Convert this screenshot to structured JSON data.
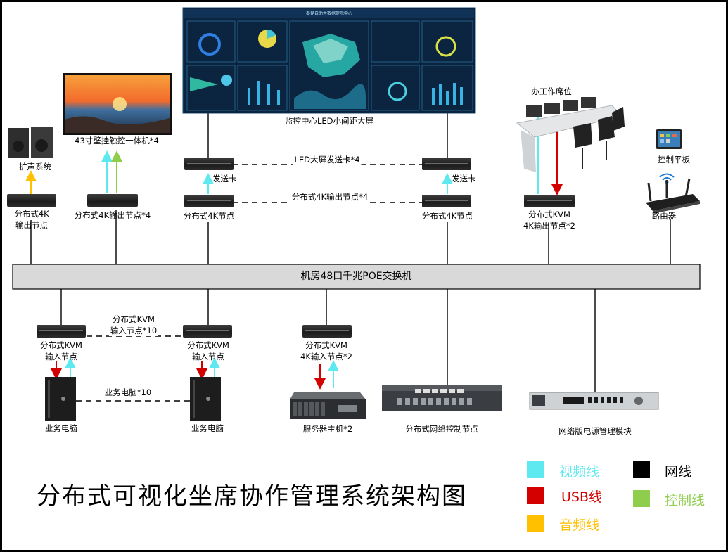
{
  "title": "分布式可视化坐席协作管理系统架构图",
  "devices": {
    "led_wall": "监控中心LED小间距大屏",
    "touch_display": "43寸壁挂触控一体机*4",
    "speaker": "扩声系统",
    "output_node_4k_left": "分布式4K\n输出节点",
    "output_node_4k_x4": "分布式4K输出节点*4",
    "sender_card_left": "发送卡",
    "sender_card_right": "发送卡",
    "led_sender_count": "LED大屏发送卡*4",
    "node_4k_left": "分布式4K节点",
    "node_4k_right": "分布式4K节点",
    "node_4k_output_count": "分布式4K输出节点*4",
    "workstation": "办工作席位",
    "kvm_output_node": "分布式KVM\n4K输出节点*2",
    "control_tablet": "控制平板",
    "router": "路由器",
    "switch": "机房48口千兆POE交换机",
    "kvm_input_count": "分布式KVM\n输入节点*10",
    "kvm_input_left": "分布式KVM\n输入节点",
    "kvm_input_mid": "分布式KVM\n输入节点",
    "kvm_input_4k": "分布式KVM\n4K输入节点*2",
    "business_pc_count": "业务电脑*10",
    "business_pc_left": "业务电脑",
    "business_pc_mid": "业务电脑",
    "server": "服务器主机*2",
    "network_control_node": "分布式网络控制节点",
    "power_module": "网络版电源管理模块",
    "led_screen_header": "泰昆自助大数据提示中心"
  },
  "legend": [
    {
      "label": "视频线",
      "color": "#5ee8ef"
    },
    {
      "label": "网线",
      "color": "#000000"
    },
    {
      "label": "USB线",
      "color": "#d40000"
    },
    {
      "label": "控制线",
      "color": "#8fce4c"
    },
    {
      "label": "音频线",
      "color": "#ffc000"
    }
  ],
  "colors": {
    "video": "#5ee8ef",
    "usb": "#d40000",
    "audio": "#ffc000",
    "control": "#8fce4c",
    "network": "#000000",
    "switch_fill": "#d9d9d9"
  },
  "icons": [
    "led-wall-icon",
    "display-icon",
    "speaker-icon",
    "node-box-icon",
    "sender-card-icon",
    "workstation-icon",
    "tablet-icon",
    "wifi-icon",
    "router-icon",
    "pc-tower-icon",
    "server-icon",
    "control-node-icon",
    "power-module-icon"
  ]
}
